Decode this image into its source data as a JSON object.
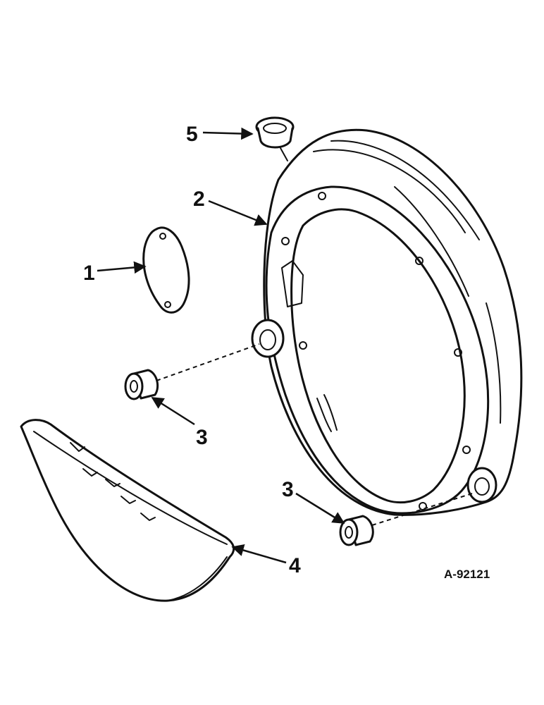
{
  "callouts": {
    "c1": "1",
    "c2": "2",
    "c3a": "3",
    "c3b": "3",
    "c4": "4",
    "c5": "5"
  },
  "figure_ref": "A-92121"
}
